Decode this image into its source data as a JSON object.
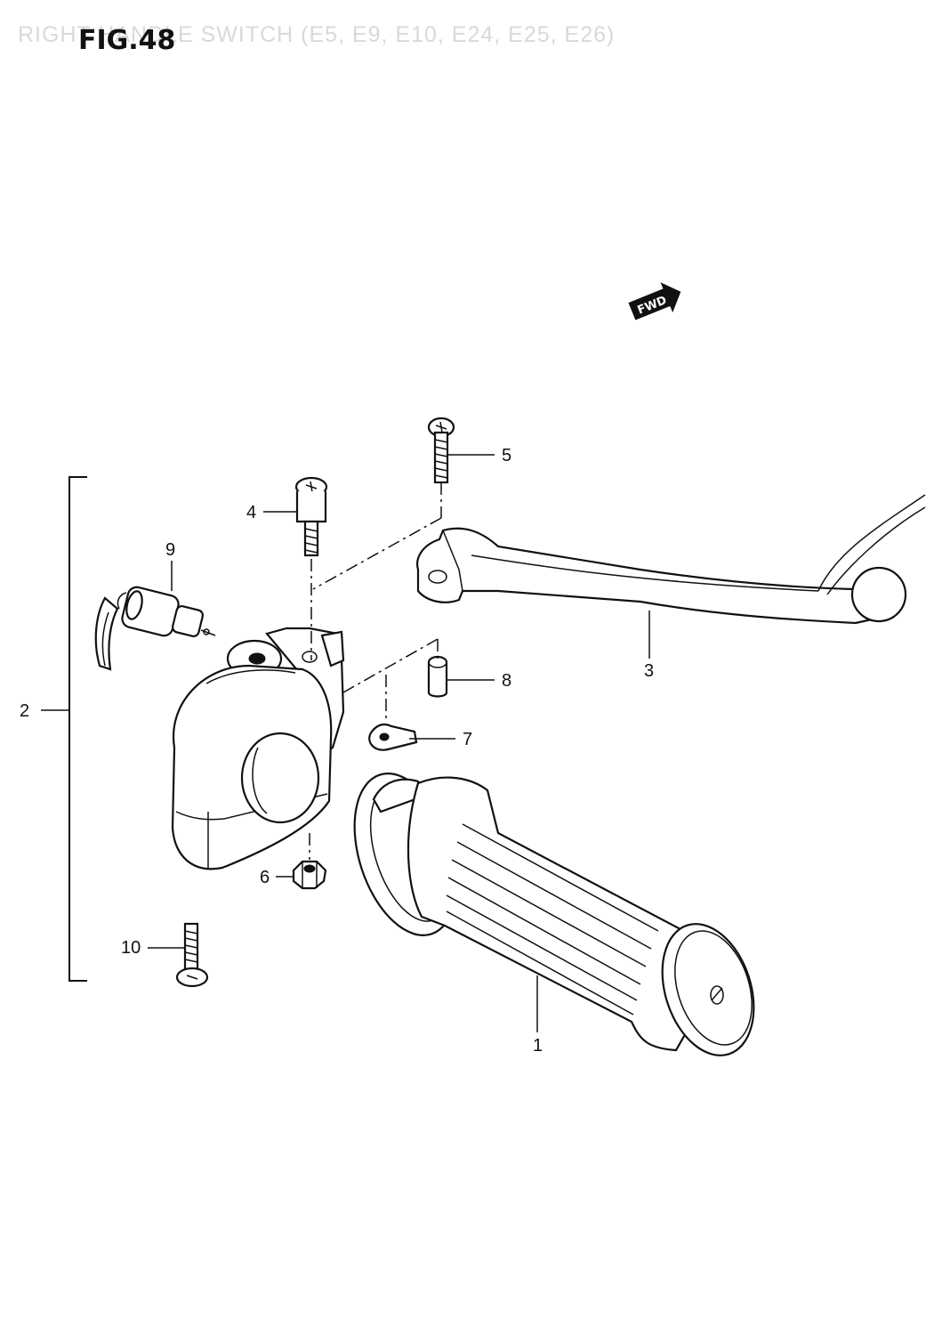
{
  "header": {
    "faded_title": "RIGHT HANDLE SWITCH (E5, E9, E10, E24, E25, E26)",
    "figure_label": "FIG.48"
  },
  "direction_badge": {
    "text": "FWD"
  },
  "callouts": {
    "c1": "1",
    "c2": "2",
    "c3": "3",
    "c4": "4",
    "c5": "5",
    "c6": "6",
    "c7": "7",
    "c8": "8",
    "c9": "9",
    "c10": "10"
  }
}
